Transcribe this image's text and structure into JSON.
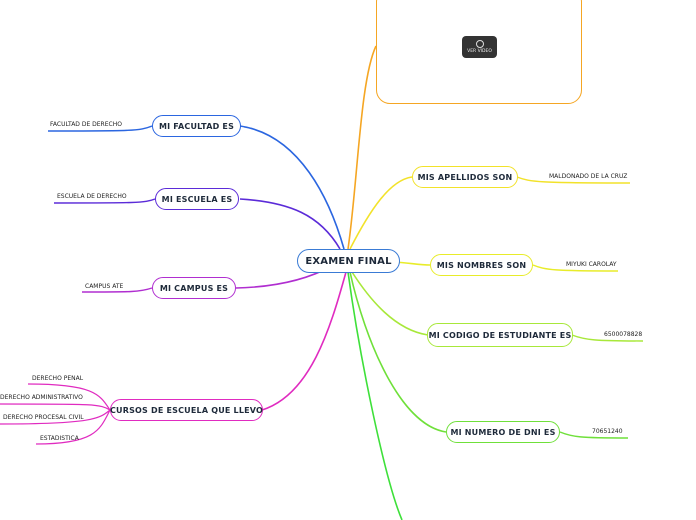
{
  "root": {
    "label": "EXAMEN FINAL"
  },
  "colors": {
    "root": "#3a7bd5",
    "facultad": "#2b66e0",
    "escuela": "#5b2bd8",
    "campus": "#b02ed0",
    "cursos": "#e02bc0",
    "media": "#f5a623",
    "apellidos": "#f2e22a",
    "nombres": "#e8ec2a",
    "codigo": "#a8e83a",
    "dni": "#6fe03a",
    "extra": "#3ee03a"
  },
  "left_branches": {
    "facultad": {
      "label": "MI FACULTAD ES",
      "leaf": "FACULTAD DE DERECHO"
    },
    "escuela": {
      "label": "MI ESCUELA ES",
      "leaf": "ESCUELA DE DERECHO"
    },
    "campus": {
      "label": "MI CAMPUS ES",
      "leaf": "CAMPUS ATE"
    },
    "cursos": {
      "label": "CURSOS DE ESCUELA QUE LLEVO",
      "leaves": [
        "DERECHO PENAL",
        "DERECHO ADMINISTRATIVO",
        "DERECHO PROCESAL CIVIL",
        "ESTADISTICA"
      ]
    }
  },
  "right_branches": {
    "media": {
      "icon": "video-play-icon",
      "caption": "VER VIDEO"
    },
    "apellidos": {
      "label": "MIS APELLIDOS SON",
      "leaf": "MALDONADO DE LA CRUZ"
    },
    "nombres": {
      "label": "MIS NOMBRES SON",
      "leaf": "MIYUKI CAROLAY"
    },
    "codigo": {
      "label": "MI CODIGO DE ESTUDIANTE ES",
      "leaf": "6500078828"
    },
    "dni": {
      "label": "MI NUMERO DE DNI ES",
      "leaf": "70651240"
    }
  }
}
